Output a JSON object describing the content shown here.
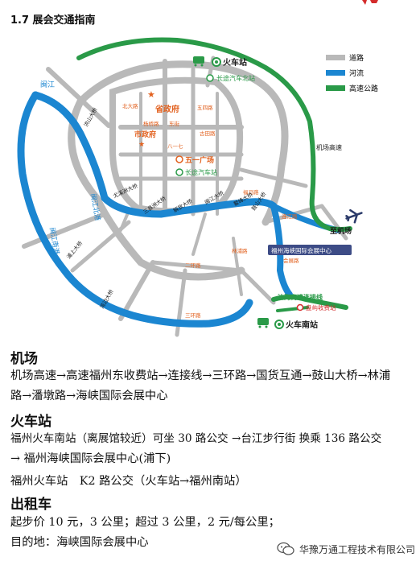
{
  "section": {
    "title": "1.7 展会交通指南"
  },
  "map": {
    "legend": {
      "road": "道路",
      "river": "河流",
      "highway": "高速公路"
    },
    "colors": {
      "road": "#b9b9b9",
      "river": "#1b86d1",
      "highway": "#2a9a48",
      "label_orange": "#e2611f",
      "label_dark": "#1a1a1a",
      "venue_bg": "#3d4c86"
    },
    "places": {
      "train_station": "火车站",
      "long_bus_north": "长途汽车北站",
      "province_gov": "省政府",
      "city_gov": "市政府",
      "wuyi_square": "五一广场",
      "long_bus_station": "长途汽车站",
      "airport_highway": "机场高速",
      "to_airport": "至机场",
      "venue": "福州海峡国际会展中心",
      "shenhai_link": "沈海高速连接线",
      "toll_station": "盘屿收费站",
      "south_station": "火车南站",
      "minjiang": "闽江",
      "minjiang_north": "闽江北港",
      "minjiang_south": "闽江南港"
    },
    "bridges": [
      "洪山大桥",
      "尤溪洲大桥",
      "三县洲大桥",
      "解放大桥",
      "闽江大桥",
      "鳌峰大桥",
      "鼓山大桥",
      "湾边大桥",
      "浦上大桥"
    ],
    "streets": [
      "东街",
      "杨桥路",
      "北大路",
      "五四路",
      "八一七",
      "古田路",
      "福马路",
      "二环路",
      "三环路",
      "连江路",
      "林浦路",
      "会展路"
    ]
  },
  "airport": {
    "heading": "机场",
    "route_line1": "机场高速→高速福州东收费站→连接线→三环路→国货互通→鼓山大桥→林浦",
    "route_line2": "路→潘墩路→海峡国际会展中心"
  },
  "train": {
    "heading": "火车站",
    "route1_line1": "福州火车南站（离展馆较近）可坐 30 路公交 →台江步行街 换乘 136 路公交",
    "route1_line2": "→ 福州海峡国际会展中心(浦下)",
    "route2": "福州火车站　K2 路公交（火车站→福州南站）"
  },
  "taxi": {
    "heading": "出租车",
    "fare": "起步价 10 元，3 公里；超过 3 公里，2 元/每公里；",
    "destination": "目的地：海峡国际会展中心"
  },
  "watermark": {
    "text": "华豫万通工程技术有限公司",
    "icon": "wechat-icon"
  }
}
